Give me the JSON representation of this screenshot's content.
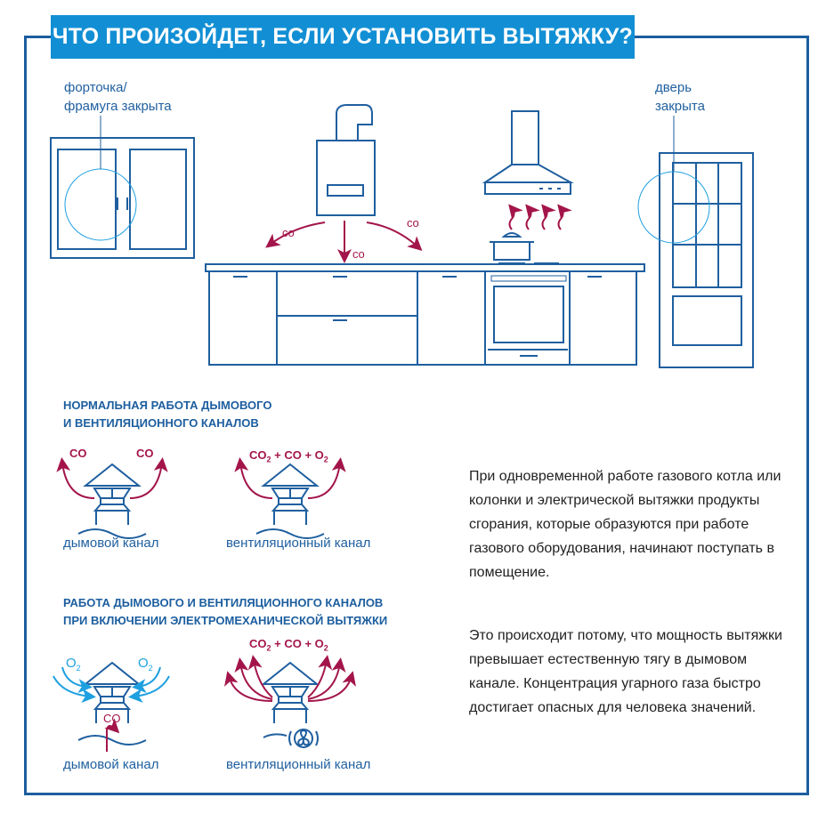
{
  "title": "ЧТО ПРОИЗОЙДЕТ, ЕСЛИ УСТАНОВИТЬ ВЫТЯЖКУ?",
  "kitchen": {
    "window_label": [
      "форточка/",
      "фрамуга закрыта"
    ],
    "door_label": [
      "дверь",
      "закрыта"
    ],
    "co_left": "co",
    "co_down": "co",
    "co_right": "co"
  },
  "section_normal": {
    "heading": [
      "НОРМАЛЬНАЯ РАБОТА ДЫМОВОГО",
      "И ВЕНТИЛЯЦИОННОГО КАНАЛОВ"
    ],
    "smoke": {
      "left": "CO",
      "right": "CO",
      "caption": "дымовой канал"
    },
    "vent": {
      "formula_a": "CO",
      "sub_a": "2",
      "formula_b": " + CO + O",
      "sub_b": "2",
      "caption": "вентиляционный канал"
    }
  },
  "section_hood": {
    "heading": [
      "РАБОТА ДЫМОВОГО И ВЕНТИЛЯЦИОННОГО КАНАЛОВ",
      "ПРИ ВКЛЮЧЕНИИ ЭЛЕКТРОМЕХАНИЧЕСКОЙ ВЫТЯЖКИ"
    ],
    "smoke": {
      "o2_left": "O",
      "o2_right": "O",
      "sub": "2",
      "co": "CO",
      "caption": "дымовой канал"
    },
    "vent": {
      "formula_a": "CO",
      "sub_a": "2",
      "formula_b": " + CO + O",
      "sub_b": "2",
      "caption": "вентиляционный канал"
    }
  },
  "explanation": [
    "При одновременной работе газового котла или колонки и электрической вытяжки продукты сгорания, которые образуются при работе газового оборудования, начинают поступать в помещение.",
    "Это происходит потому, что мощность вытяжки превышает естественную тягу в дымовом канале. Концентрация угарного газа быстро достигает опасных для человека значений."
  ],
  "colors": {
    "frame": "#1c5e9f",
    "title_bg": "#128fd4",
    "line": "#1f5f9f",
    "danger": "#a3154a",
    "air": "#1ea0e0"
  }
}
